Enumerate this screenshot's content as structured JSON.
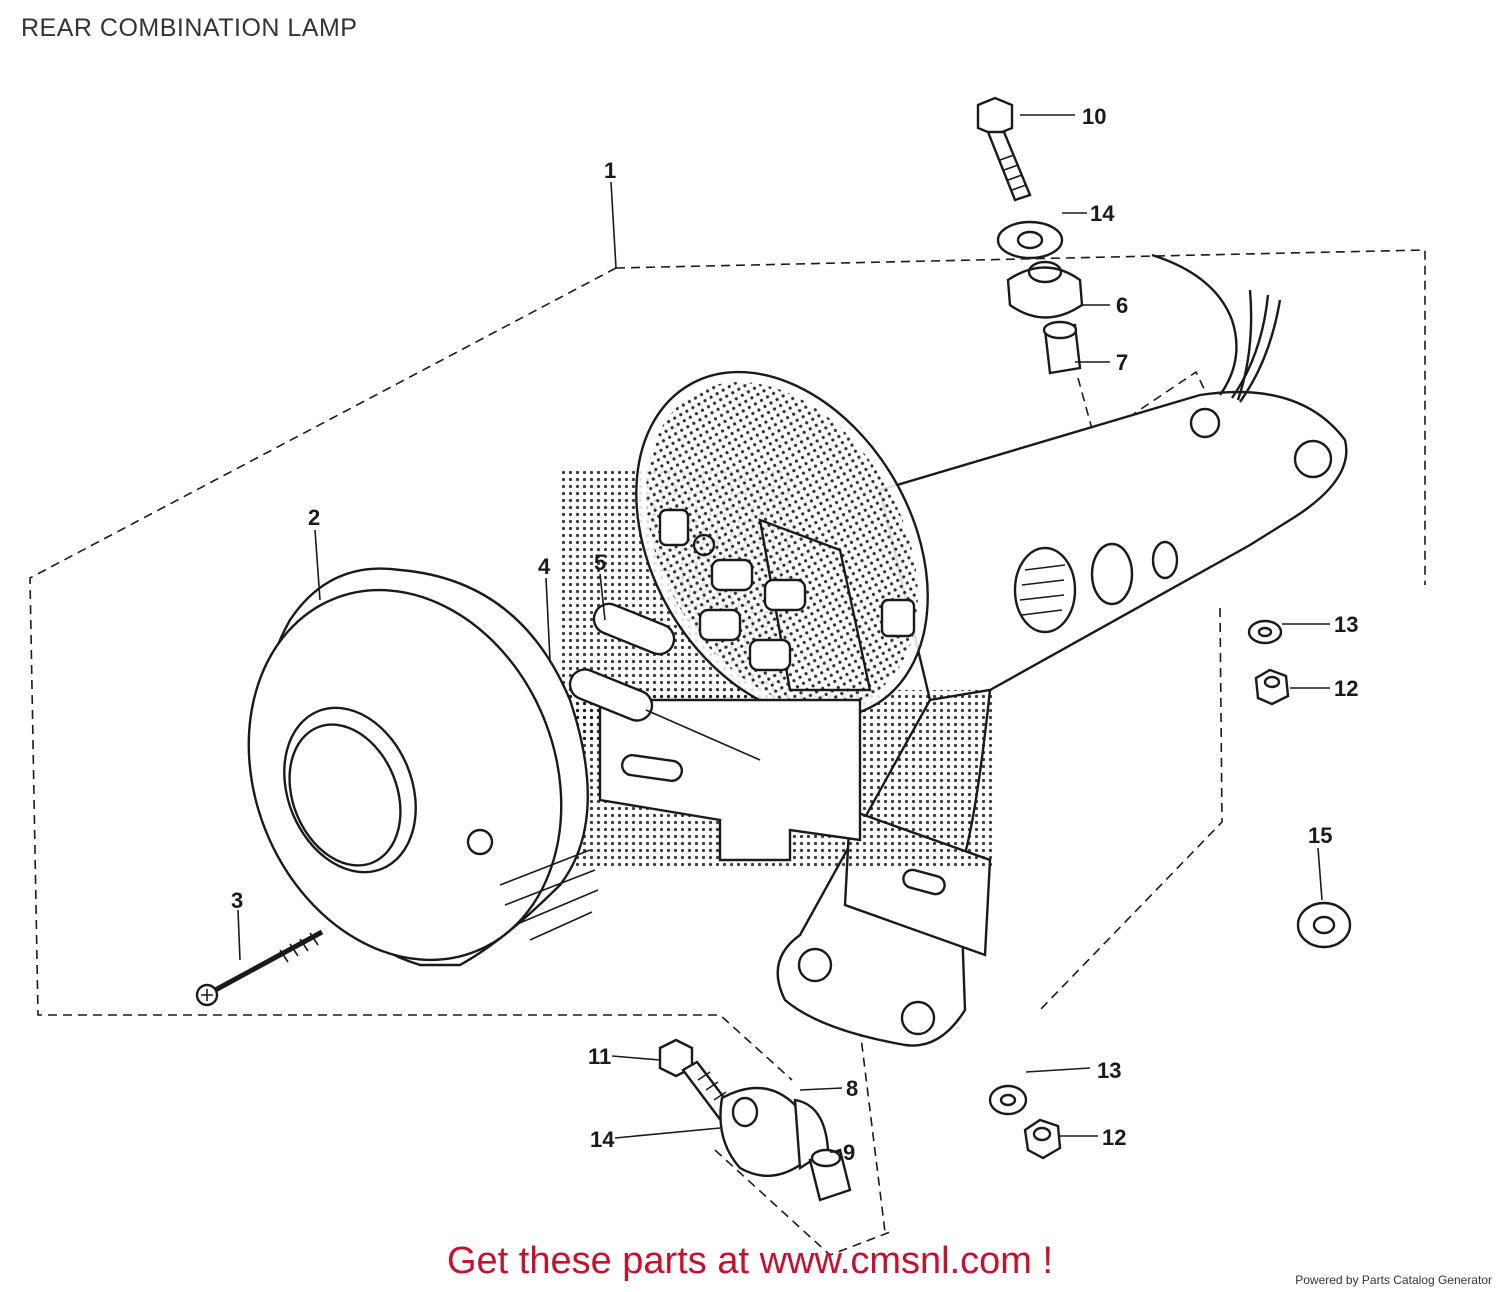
{
  "title": "REAR COMBINATION LAMP",
  "callouts": [
    "1",
    "2",
    "3",
    "4",
    "5",
    "6",
    "7",
    "8",
    "9",
    "10",
    "11",
    "12",
    "12",
    "13",
    "13",
    "14",
    "14",
    "15"
  ],
  "footer": {
    "cta": "Get these parts at www.cmsnl.com !",
    "powered_by": "Powered by Parts Catalog Generator"
  },
  "colors": {
    "cta": "#c8102e",
    "ink": "#1a1a1a"
  }
}
